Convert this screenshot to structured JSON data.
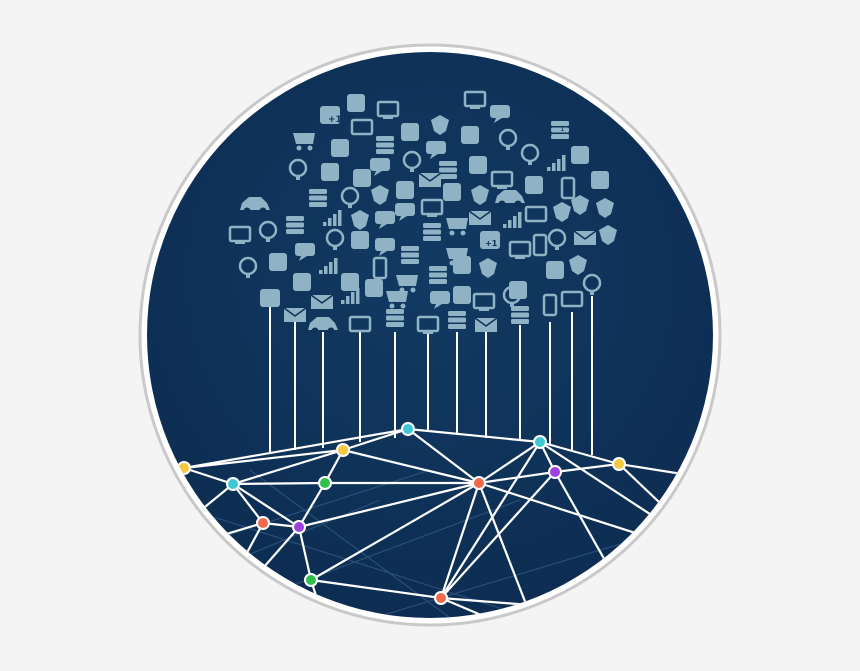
{
  "illustration": {
    "theme": "internet-of-things network",
    "colors": {
      "background": "#f4f4f4",
      "ring": "#c9c9c9",
      "disc": "#0f3157",
      "icons": "#8fb3c4",
      "lines": "#ffffff"
    },
    "icon_texts": {
      "like_badge": "+1",
      "podium": [
        "2",
        "1",
        "3"
      ]
    },
    "node_colors": {
      "cyan": "#3ec7d6",
      "yellow": "#f5c842",
      "green": "#2fbf4a",
      "red": "#f26a4b",
      "purple": "#a040e0"
    }
  }
}
